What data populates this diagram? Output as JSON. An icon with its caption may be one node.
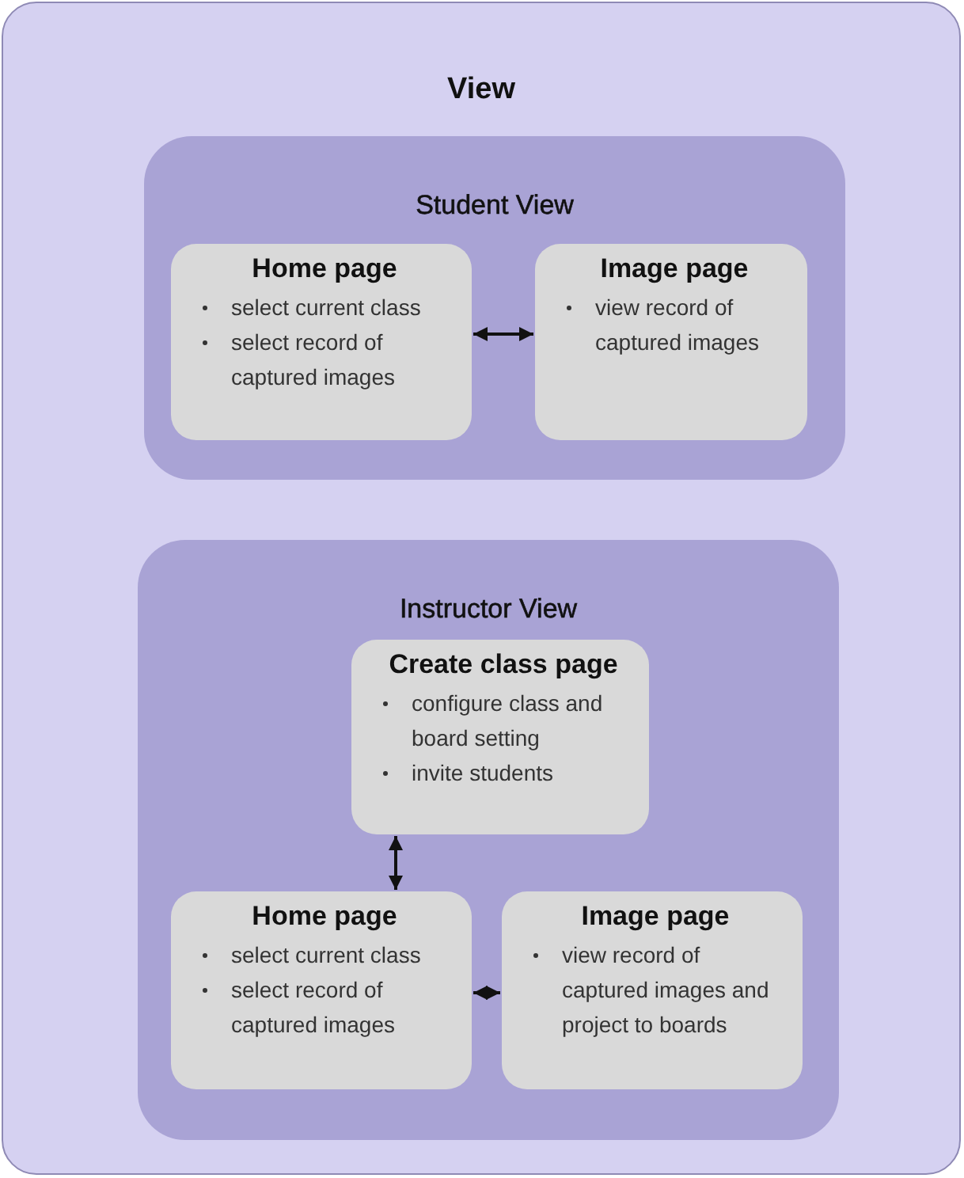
{
  "diagram": {
    "nodes": [
      {
        "text": [
          "View"
        ]
      },
      {
        "text": [
          "Student View"
        ],
        "in": 0
      },
      {
        "text": [
          "Home page",
          "select current class",
          "select record of captured images"
        ],
        "in": 1
      },
      {
        "text": [
          "Image page",
          "view record of captured images"
        ],
        "in": 1
      },
      {
        "text": [
          "Instructor View"
        ],
        "in": 0
      },
      {
        "text": [
          "Create class page",
          "configure class and board setting",
          "invite students"
        ],
        "in": 4
      },
      {
        "text": [
          "Home page",
          "select current class",
          "select record of captured images"
        ],
        "in": 4
      },
      {
        "text": [
          "Image page",
          "view record of captured images and project to boards"
        ],
        "in": 4
      }
    ],
    "edges": [
      {
        "from": 2,
        "to": 3,
        "arrow": "both"
      },
      {
        "from": 5,
        "to": 6,
        "arrow": "both"
      },
      {
        "from": 6,
        "to": 7,
        "arrow": "both"
      }
    ]
  }
}
